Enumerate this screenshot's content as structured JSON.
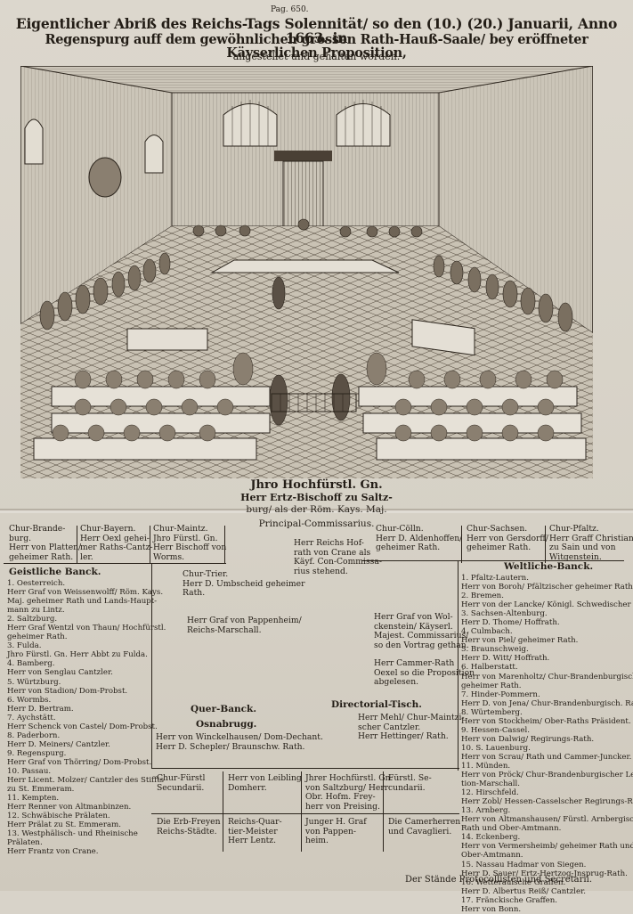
{
  "header": {
    "page_ref": "Pag. 650.",
    "line1": "Eigentlicher Abriß des Reichs-Tags Solennität/ so den (10.) (20.) Januarii, Anno 1663. in",
    "line2": "Regenspurg auff dem gewöhnlichen grossen Rath-Hauß-Saale/ bey eröffneter Käyserlichen Proposition,",
    "line3": "angestellet und gehalten worden."
  },
  "caption": {
    "line1": "Jhro Hochfürstl. Gn.",
    "line2": "Herr Ertz-Bischoff zu Saltz-",
    "line3": "burg/ als der Röm. Kays. Maj.",
    "line4": "Principal-Commissarius."
  },
  "electors": {
    "brandenburg": "Chur-Brande-\nburg.\nHerr von Platten/\ngeheimer Rath.",
    "bayern": "Chur-Bayern.\nHerr Oexl gehei-\nmer Raths-Cantz-\nler.",
    "maintz": "Chur-Maintz.\nJhro Fürstl. Gn.\nHerr Bischoff von\nWorms.",
    "reichs_hofrath": "Herr Reichs Hof-\nrath von Crane als\nKäyf. Con-Commissa-\nrius stehend.",
    "coelln": "Chur-Cölln.\nHerr D. Aldenhoffen/\ngeheimer Rath.",
    "sachsen": "Chur-Sachsen.\nHerr von Gersdorff/\ngeheimer Rath.",
    "pfaltz": "Chur-Pfaltz.\nHerr Graff Christian\nzu Sain und von\nWitgenstein.",
    "trier": "Chur-Trier.\nHerr D. Umbscheid geheimer\nRath.",
    "pappenheim": "Herr Graf von Pappenheim/\nReichs-Marschall.",
    "wolckenstein": "Herr Graf von Wol-\nckenstein/ Käyserl.\nMajest. Commissarius/\nso den Vortrag gethan.",
    "cammer_rath": "Herr Cammer-Rath\nOexel so die Proposition\nabgelesen."
  },
  "geistliche": {
    "title": "Geistliche Banck.",
    "text": "1. Oesterreich.\nHerr Graf von Weissenwolff/ Röm. Kays.\nMaj. geheimer Rath und Lands-Haupt-\nmann zu Lintz.\n2. Saltzburg.\nHerr Graf Wentzl von Thaun/ Hochfürstl.\ngeheimer Rath.\n3. Fulda.\nJhro Fürstl. Gn. Herr Abbt zu Fulda.\n4. Bamberg.\nHerr von Senglau Cantzler.\n5. Würtzburg.\nHerr von Stadion/ Dom-Probst.\n6. Wormbs.\nHerr D. Bertram.\n7. Aychstätt.\nHerr Schenck von Castel/ Dom-Probst.\n8. Paderborn.\nHerr D. Meiners/ Cantzler.\n9. Regenspurg.\nHerr Graf von Thörring/ Dom-Probst.\n10. Passau.\nHerr Licent. Molzer/ Cantzler des Stiffts\nzu St. Emmeram.\n11. Kempten.\nHerr Renner von Altmanbinzen.\n12. Schwäbische Prälaten.\nHerr Prälat zu St. Emmeram.\n13. Westphälisch- und Rheinische\nPrälaten.\nHerr Frantz von Crane."
  },
  "weltliche": {
    "title": "Weltliche-Banck.",
    "text": "1. Pfaltz-Lautern.\nHerr von Boroh/ Pfältzischer geheimer Rath.\n2. Bremen.\nHerr von der Lancke/ Königl. Schwedischer Rath.\n3. Sachsen-Altenburg.\nHerr D. Thome/ Hoffrath.\n4. Culmbach.\nHerr von Piel/ geheimer Rath.\n5. Braunschweig.\nHerr D. Witt/ Hoffrath.\n6. Halberstatt.\nHerr von Marenholtz/ Chur-Brandenburgischer\ngeheimer Rath.\n7. Hinder-Pommern.\nHerr D. von Jena/ Chur-Brandenburgisch. Rath.\n8. Würtemberg.\nHerr von Stockheim/ Ober-Raths Präsident.\n9. Hessen-Cassel.\nHerr von Dalwig/ Regirungs-Rath.\n10. S. Lauenburg.\nHerr von Scrau/ Rath und Cammer-Juncker.\n11. Münden.\nHerr von Pröck/ Chur-Brandenburgischer Lega-\ntion-Marschall.\n12. Hirschfeld.\nHerr Zobl/ Hessen-Casselscher Regirungs-Rath.\n13. Arnberg.\nHerr von Altmanshausen/ Fürstl. Arnbergischer\nRath und Ober-Amtmann.\n14. Eckenberg.\nHerr von Vermersheimb/ geheimer Rath und\nOber-Amtmann.\n15. Nassau Hadmar von Siegen.\nHerr D. Sauer/ Ertz-Hertzog-Jnsprug-Rath.\n16. Wetterauische Graffen.\nHerr D. Albertus Reiß/ Cantzler.\n17. Fränckische Graffen.\nHerr von Bonn."
  },
  "quer": {
    "title": "Quer-Banck.",
    "subtitle": "Osnabrugg.",
    "text": "Herr von Winckelhausen/ Dom-Dechant.\nHerr D. Schepler/ Braunschw. Rath."
  },
  "directorial": {
    "title": "Directorial-Tisch.",
    "text": "Herr Mehl/ Chur-Maintzi-\nscher Cantzler.\nHerr Hettinger/ Rath."
  },
  "lower": {
    "secundarii_left": "Chur-Fürstl\nSecundarii.",
    "leibling": "Herr von Leibling\nDomherr.",
    "saltzburg_hofmeister": "Jhrer Hochfürstl. Gn.\nvon Saltzburg/ Herr\nObr. Hofm. Frey-\nherr von Preising.",
    "secundarii_right": "Fürstl. Se-\ncundarii.",
    "staedte": "Die Erb-Freyen\nReichs-Städte.",
    "quartiermeister": "Reichs-Quar-\ntier-Meister\nHerr Lentz.",
    "pappenheim_junger": "Junger H. Graf\nvon Pappen-\nheim.",
    "camerherren": "Die Camerherren\nund Cavaglieri.",
    "footer": "Der Stände Protocollisten und Secretarii."
  }
}
